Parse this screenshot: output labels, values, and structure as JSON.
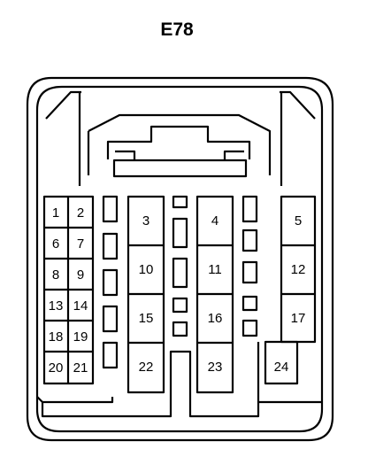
{
  "diagram": {
    "title": "E78",
    "terminals": {
      "t1": "1",
      "t2": "2",
      "t3": "3",
      "t4": "4",
      "t5": "5",
      "t6": "6",
      "t7": "7",
      "t8": "8",
      "t9": "9",
      "t10": "10",
      "t11": "11",
      "t12": "12",
      "t13": "13",
      "t14": "14",
      "t15": "15",
      "t16": "16",
      "t17": "17",
      "t18": "18",
      "t19": "19",
      "t20": "20",
      "t21": "21",
      "t22": "22",
      "t23": "23",
      "t24": "24"
    }
  }
}
